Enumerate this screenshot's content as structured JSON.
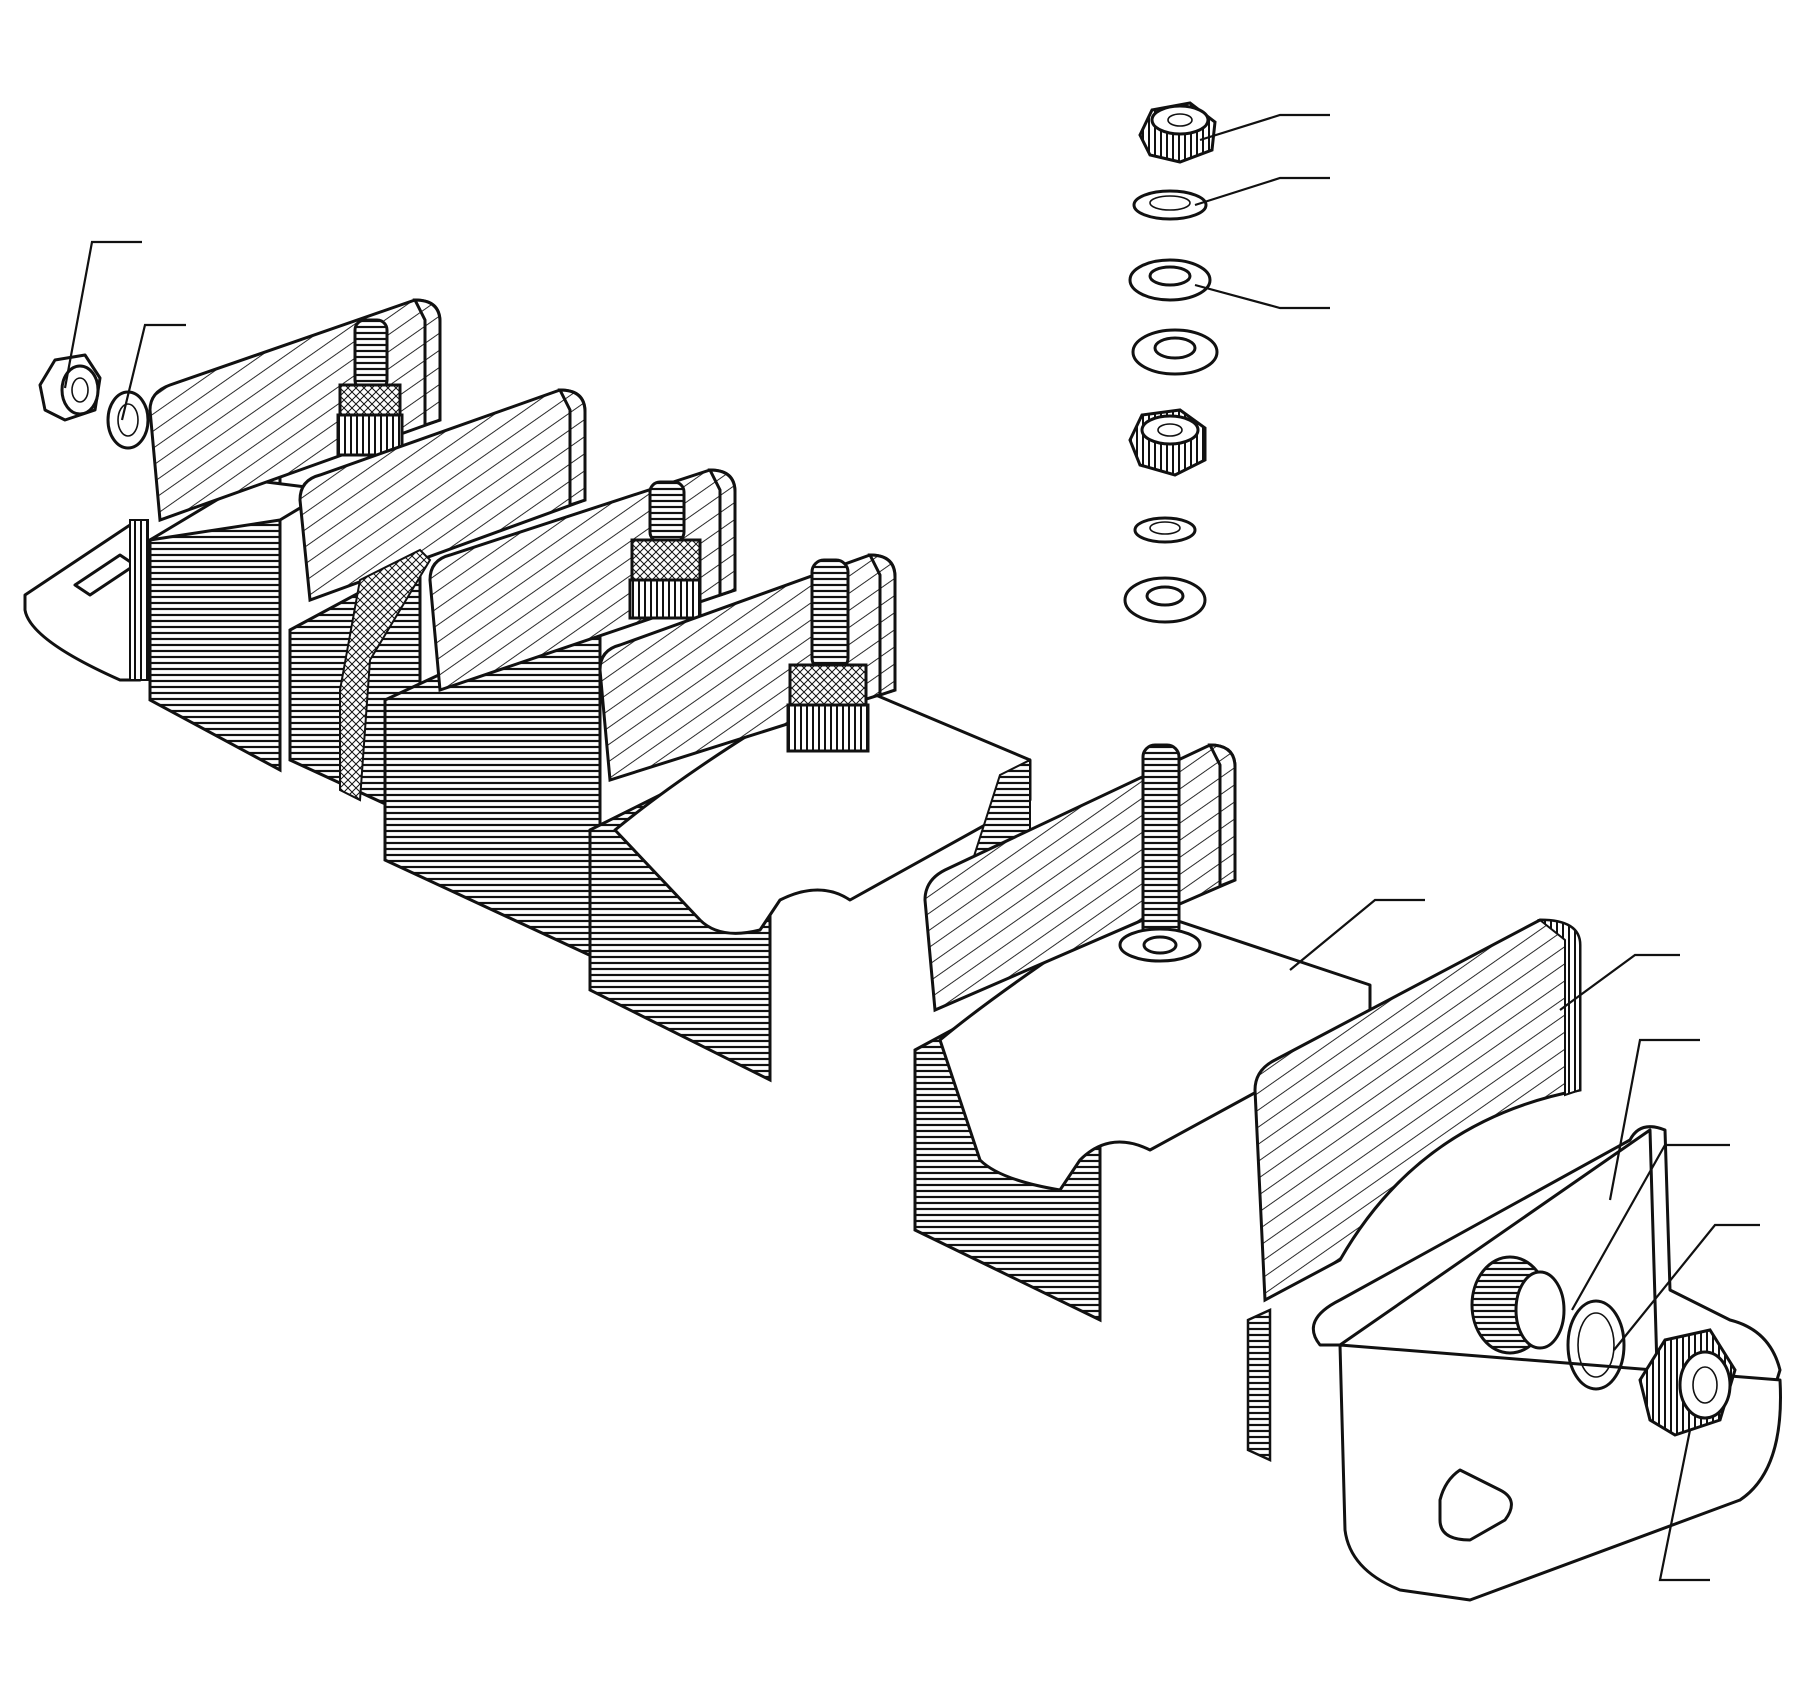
{
  "figure": {
    "kind": "exploded terminal block assembly drawing",
    "labels": [],
    "colors": {
      "ink": "#111111",
      "paper": "#ffffff"
    }
  },
  "hardware_stack": [
    "hex-nut",
    "spring-washer",
    "flat-washer",
    "flat-washer",
    "hex-nut",
    "spring-washer",
    "flat-washer"
  ],
  "left_hardware": [
    "hex-nut",
    "spring-washer"
  ],
  "right_hardware": [
    "threaded-stud",
    "spring-washer",
    "hex-nut"
  ]
}
